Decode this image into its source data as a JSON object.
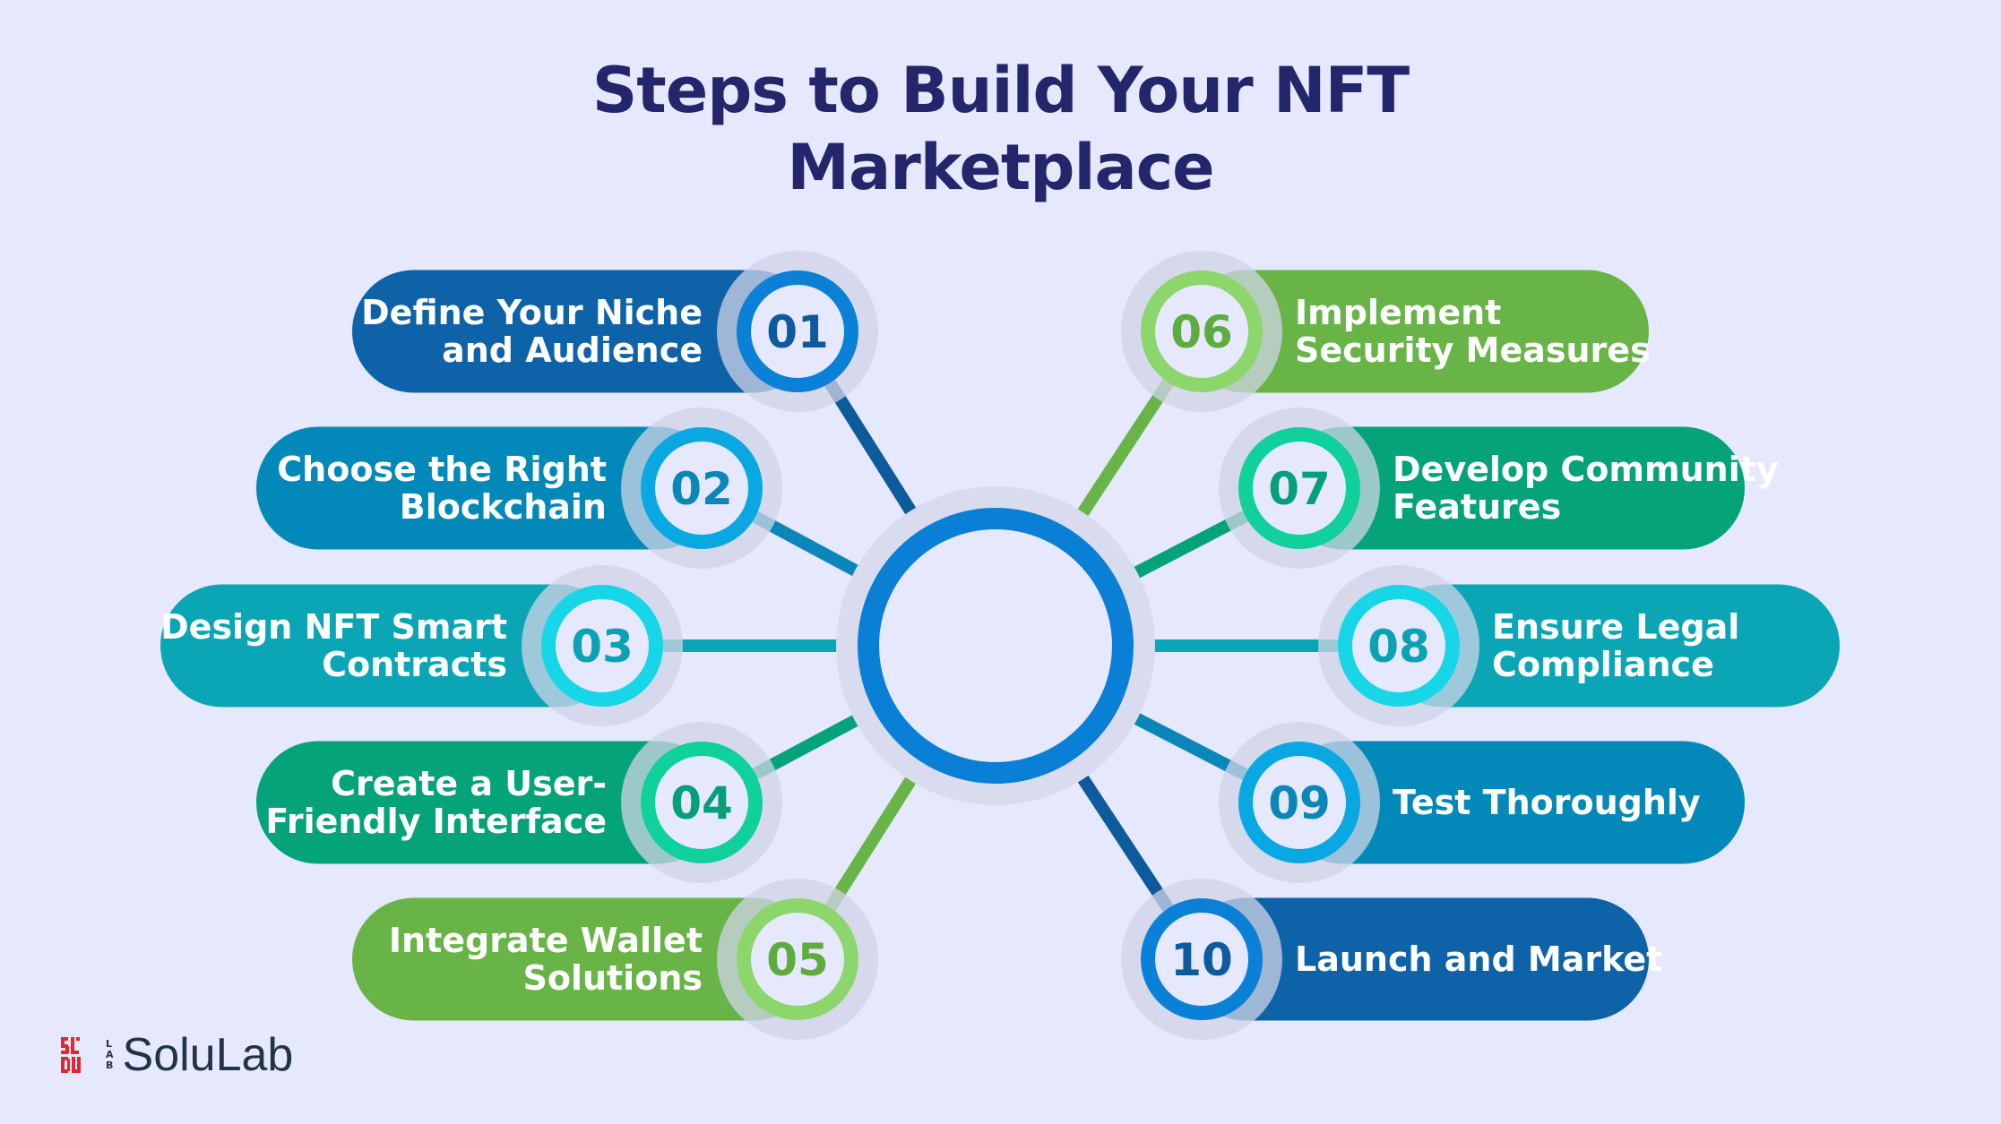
{
  "title": {
    "line1": "Steps to Build Your NFT",
    "line2": "Marketplace"
  },
  "steps": [
    {
      "num": "01",
      "lines": [
        "Define Your Niche",
        "and Audience"
      ],
      "side": "left",
      "pill": "#0d62a8",
      "ring": "#0a80d6",
      "numColor": "#0d5a9c",
      "line": "#0d5a9c"
    },
    {
      "num": "02",
      "lines": [
        "Choose the Right",
        "Blockchain"
      ],
      "side": "left",
      "pill": "#0389b9",
      "ring": "#0aa8e2",
      "numColor": "#0b86b8",
      "line": "#0b86b8"
    },
    {
      "num": "03",
      "lines": [
        "Design NFT Smart",
        "Contracts"
      ],
      "side": "left",
      "pill": "#0aa6b6",
      "ring": "#16d6e8",
      "numColor": "#0aa2b4",
      "line": "#0aa6b6"
    },
    {
      "num": "04",
      "lines": [
        "Create a User-",
        "Friendly Interface"
      ],
      "side": "left",
      "pill": "#04a37a",
      "ring": "#10d09c",
      "numColor": "#05a07a",
      "line": "#04a37a"
    },
    {
      "num": "05",
      "lines": [
        "Integrate Wallet",
        "Solutions"
      ],
      "side": "left",
      "pill": "#68b447",
      "ring": "#8cd66c",
      "numColor": "#5eab3e",
      "line": "#68b447"
    },
    {
      "num": "06",
      "lines": [
        "Implement",
        "Security Measures"
      ],
      "side": "right",
      "pill": "#68b447",
      "ring": "#8cd66c",
      "numColor": "#5eab3e",
      "line": "#68b447"
    },
    {
      "num": "07",
      "lines": [
        "Develop Community",
        "Features"
      ],
      "side": "right",
      "pill": "#04a37a",
      "ring": "#10d09c",
      "numColor": "#05a07a",
      "line": "#04a37a"
    },
    {
      "num": "08",
      "lines": [
        "Ensure Legal",
        "Compliance"
      ],
      "side": "right",
      "pill": "#0aa6b6",
      "ring": "#16d6e8",
      "numColor": "#0aa2b4",
      "line": "#0aa6b6"
    },
    {
      "num": "09",
      "lines": [
        "Test Thoroughly"
      ],
      "side": "right",
      "pill": "#0389b9",
      "ring": "#0aa8e2",
      "numColor": "#0b86b8",
      "line": "#0b86b8"
    },
    {
      "num": "10",
      "lines": [
        "Launch and Market"
      ],
      "side": "right",
      "pill": "#0d62a8",
      "ring": "#0a80d6",
      "numColor": "#0d5a9c",
      "line": "#0d5a9c"
    }
  ],
  "hub": {
    "ring": "#0a7fd6",
    "fill": "#e6e8fe"
  },
  "logo": {
    "name": "SoluLab",
    "mark": "LAB"
  }
}
